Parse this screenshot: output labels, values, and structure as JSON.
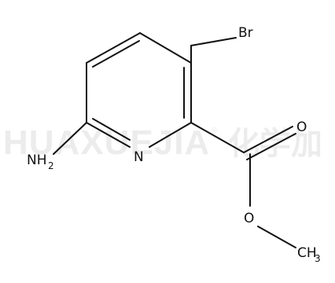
{
  "watermark": {
    "brand_latin": "HUAXUEJIA",
    "registered": "®",
    "brand_cjk": "化学加"
  },
  "molecule": {
    "atoms": {
      "br": "Br",
      "o_carbonyl": "O",
      "o_ester": "O",
      "ring_n": "N",
      "amine_n": "NH",
      "amine_h_count": "2",
      "methyl_c": "CH",
      "methyl_h_count": "3"
    }
  }
}
